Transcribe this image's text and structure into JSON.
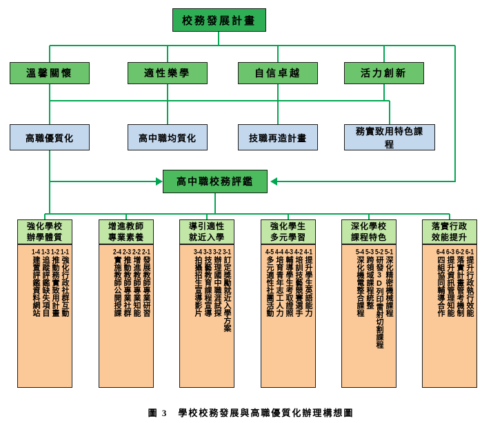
{
  "title": "校務發展計畫",
  "evaluation": "高中職校務評鑑",
  "caption": "圖 3　學校校務發展與高職優質化辦理構想圖",
  "row2": [
    "溫馨關懷",
    "適性樂學",
    "自信卓越",
    "活力創新"
  ],
  "row3": [
    "高職優質化",
    "高中職均質化",
    "技職再造計畫",
    "務實致用特色課程"
  ],
  "columns": [
    {
      "header": "強化學校\n辦學體質",
      "items": [
        {
          "no": "1-1",
          "text": "強化行政社群互動"
        },
        {
          "no": "1-2",
          "text": "推動務實致用計畫"
        },
        {
          "no": "1-3",
          "text": "追蹤評鑑缺失項目"
        },
        {
          "no": "1-4",
          "text": "建置評鑑資料網站"
        }
      ]
    },
    {
      "header": "增進教師\n專業素養",
      "items": [
        {
          "no": "2-1",
          "text": "發展教師專業研習"
        },
        {
          "no": "2-2",
          "text": "增進教師專業知能"
        },
        {
          "no": "2-3",
          "text": "推動教師專業社群"
        },
        {
          "no": "2-4",
          "text": "實施教師公開授課"
        }
      ]
    },
    {
      "header": "導引適性\n就近入學",
      "items": [
        {
          "no": "3-1",
          "text": "訂定獎勵就近入學方案"
        },
        {
          "no": "3-2",
          "text": "辦理國中職涯試探"
        },
        {
          "no": "3-3",
          "text": "技藝教育課程宣導"
        },
        {
          "no": "3-4",
          "text": "拍攝招生宣導影片"
        }
      ]
    },
    {
      "header": "強化學生\n多元學習",
      "items": [
        {
          "no": "4-1",
          "text": "提升學生英語能力"
        },
        {
          "no": "4-2",
          "text": "培訓技藝競賽選手"
        },
        {
          "no": "4-3",
          "text": "輔導學生考取證照"
        },
        {
          "no": "4-4",
          "text": "培育青年志工人力"
        },
        {
          "no": "4-5",
          "text": "多元適性社團活動"
        }
      ]
    },
    {
      "header": "深化學校\n課程特色",
      "items": [
        {
          "no": "5-1",
          "text": "深化精密機械課程"
        },
        {
          "no": "5-2",
          "text": "研發3D列印雷射切割課程"
        },
        {
          "no": "5-3",
          "text": "跨領域課程統整"
        },
        {
          "no": "5-4",
          "text": "深化機電整合課程"
        }
      ]
    },
    {
      "header": "落實行政\n效能提升",
      "items": [
        {
          "no": "6-1",
          "text": "提升行政執行效能"
        },
        {
          "no": "6-2",
          "text": "落實計畫管考機制"
        },
        {
          "no": "6-3",
          "text": "提升資訊管理知能"
        },
        {
          "no": "6-4",
          "text": "四組協同輔導合作"
        }
      ]
    }
  ],
  "colors": {
    "box_green_dark": "#2fae56",
    "box_green": "#6cc46c",
    "box_green_eval": "#4cbb5e",
    "box_green_pale": "#c1e6a6",
    "box_blue": "#c3d7ed",
    "box_orange": "#fbc897",
    "connector_green": "#00a651"
  }
}
